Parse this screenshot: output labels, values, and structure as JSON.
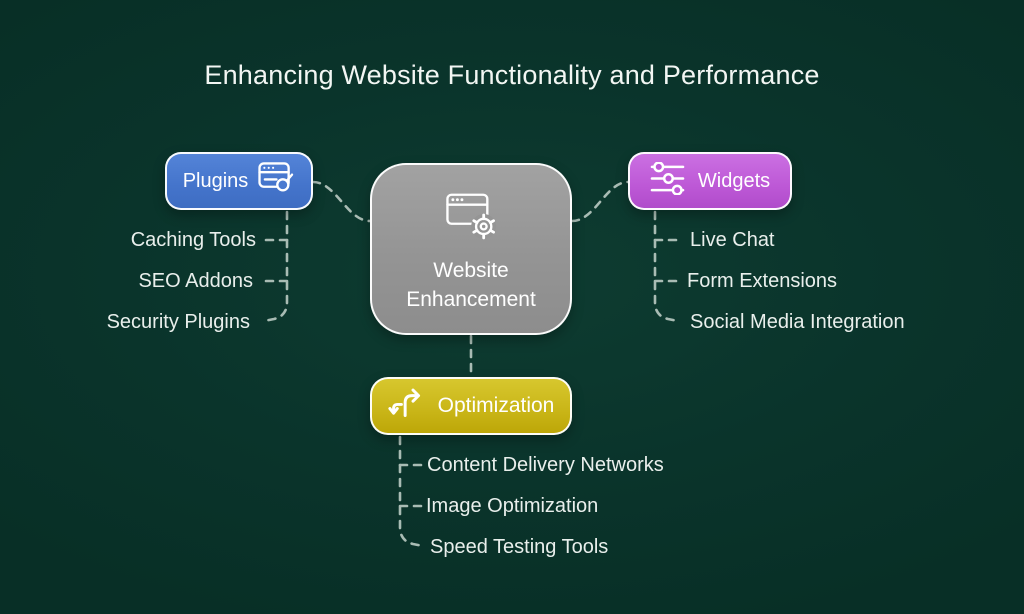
{
  "title": "Enhancing Website Functionality and Performance",
  "colors": {
    "background": "#0a342b",
    "plugins_node": "#4a7ad0",
    "widgets_node": "#bd58d6",
    "optimization_node": "#c9b517",
    "center_node": "#979797",
    "text": "#eef3f0",
    "connector": "#a9bcb4"
  },
  "center_node": {
    "label": "Website Enhancement",
    "icon": "browser-gear-icon"
  },
  "branches": {
    "plugins": {
      "label": "Plugins",
      "icon": "browser-plugin-icon",
      "items": [
        "Caching Tools",
        "SEO Addons",
        "Security Plugins"
      ]
    },
    "widgets": {
      "label": "Widgets",
      "icon": "sliders-icon",
      "items": [
        "Live Chat",
        "Form Extensions",
        "Social Media Integration"
      ]
    },
    "optimization": {
      "label": "Optimization",
      "icon": "transform-arrows-icon",
      "items": [
        "Content Delivery Networks",
        "Image Optimization",
        "Speed Testing Tools"
      ]
    }
  }
}
